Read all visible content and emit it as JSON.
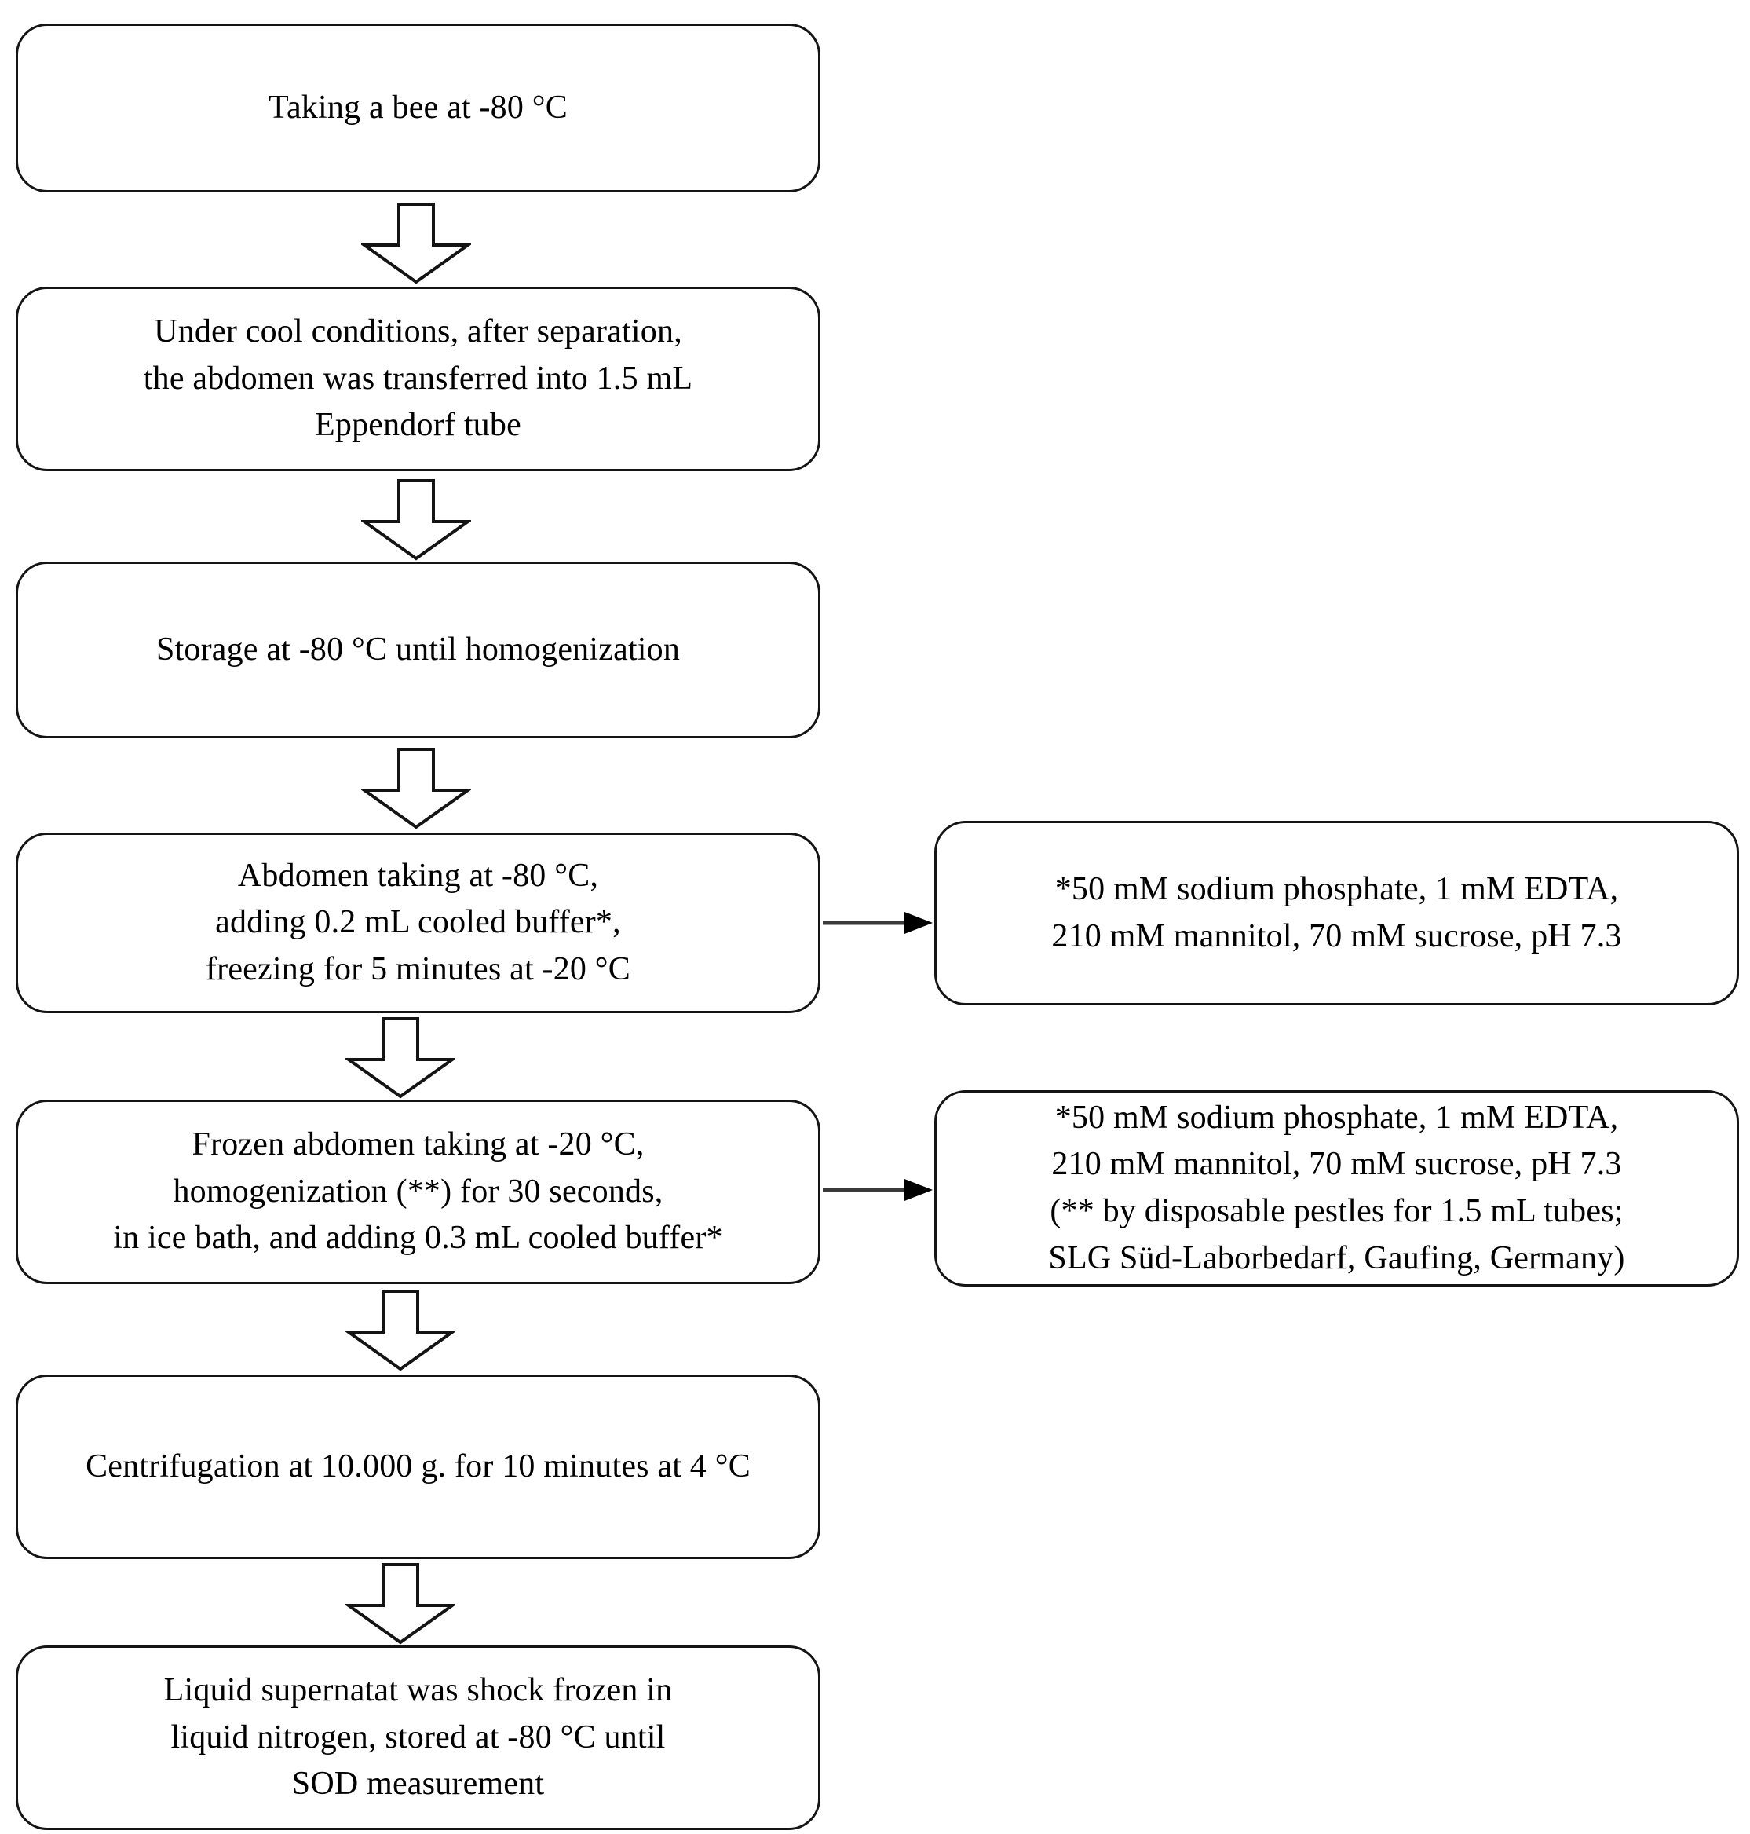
{
  "figure": {
    "kind": "process-flowchart",
    "orientation": "vertical",
    "background_color": "#ffffff",
    "line_color": "#141414"
  },
  "flow": {
    "steps": [
      {
        "id": "step-1",
        "name": "taking-a-bee",
        "text": "Taking a bee at -80 °C"
      },
      {
        "id": "step-2",
        "name": "abdomen-separation",
        "text": "Under cool conditions, after separation,\nthe abdomen was transferred into 1.5 mL\nEppendorf tube"
      },
      {
        "id": "step-3",
        "name": "storage-before-homogenization",
        "text": "Storage at -80 °C until homogenization"
      },
      {
        "id": "step-4",
        "name": "abdomen-taking-and-buffer",
        "text": "Abdomen taking at -80 °C,\nadding 0.2 mL cooled buffer*,\nfreezing for 5 minutes at -20 °C"
      },
      {
        "id": "step-5",
        "name": "frozen-abdomen-homogenization",
        "text": "Frozen abdomen taking at -20 °C,\nhomogenization (**) for 30 seconds,\nin ice bath, and adding 0.3 mL cooled buffer*"
      },
      {
        "id": "step-6",
        "name": "centrifugation",
        "text": "Centrifugation at 10.000 g. for 10 minutes at 4 °C"
      },
      {
        "id": "step-7",
        "name": "supernatant-shock-freezing",
        "text": "Liquid supernatat was shock frozen in\nliquid nitrogen, stored at -80 °C until\nSOD measurement"
      }
    ],
    "notes": [
      {
        "id": "note-1",
        "name": "buffer-composition-note",
        "attached_to": "step-4",
        "text": "*50 mM sodium phosphate, 1 mM EDTA,\n210 mM mannitol, 70 mM sucrose, pH 7.3"
      },
      {
        "id": "note-2",
        "name": "buffer-and-pestle-note",
        "attached_to": "step-5",
        "text": "*50 mM sodium phosphate, 1 mM EDTA,\n210 mM mannitol, 70 mM sucrose, pH 7.3\n(** by disposable pestles for 1.5 mL  tubes;\nSLG Süd-Laborbedarf, Gaufing, Germany)"
      }
    ],
    "connectors": {
      "down_arrow_name": "down-block-arrow",
      "right_arrow_name": "right-arrow",
      "down_arrow_count": 6,
      "right_arrow_count": 2
    }
  }
}
